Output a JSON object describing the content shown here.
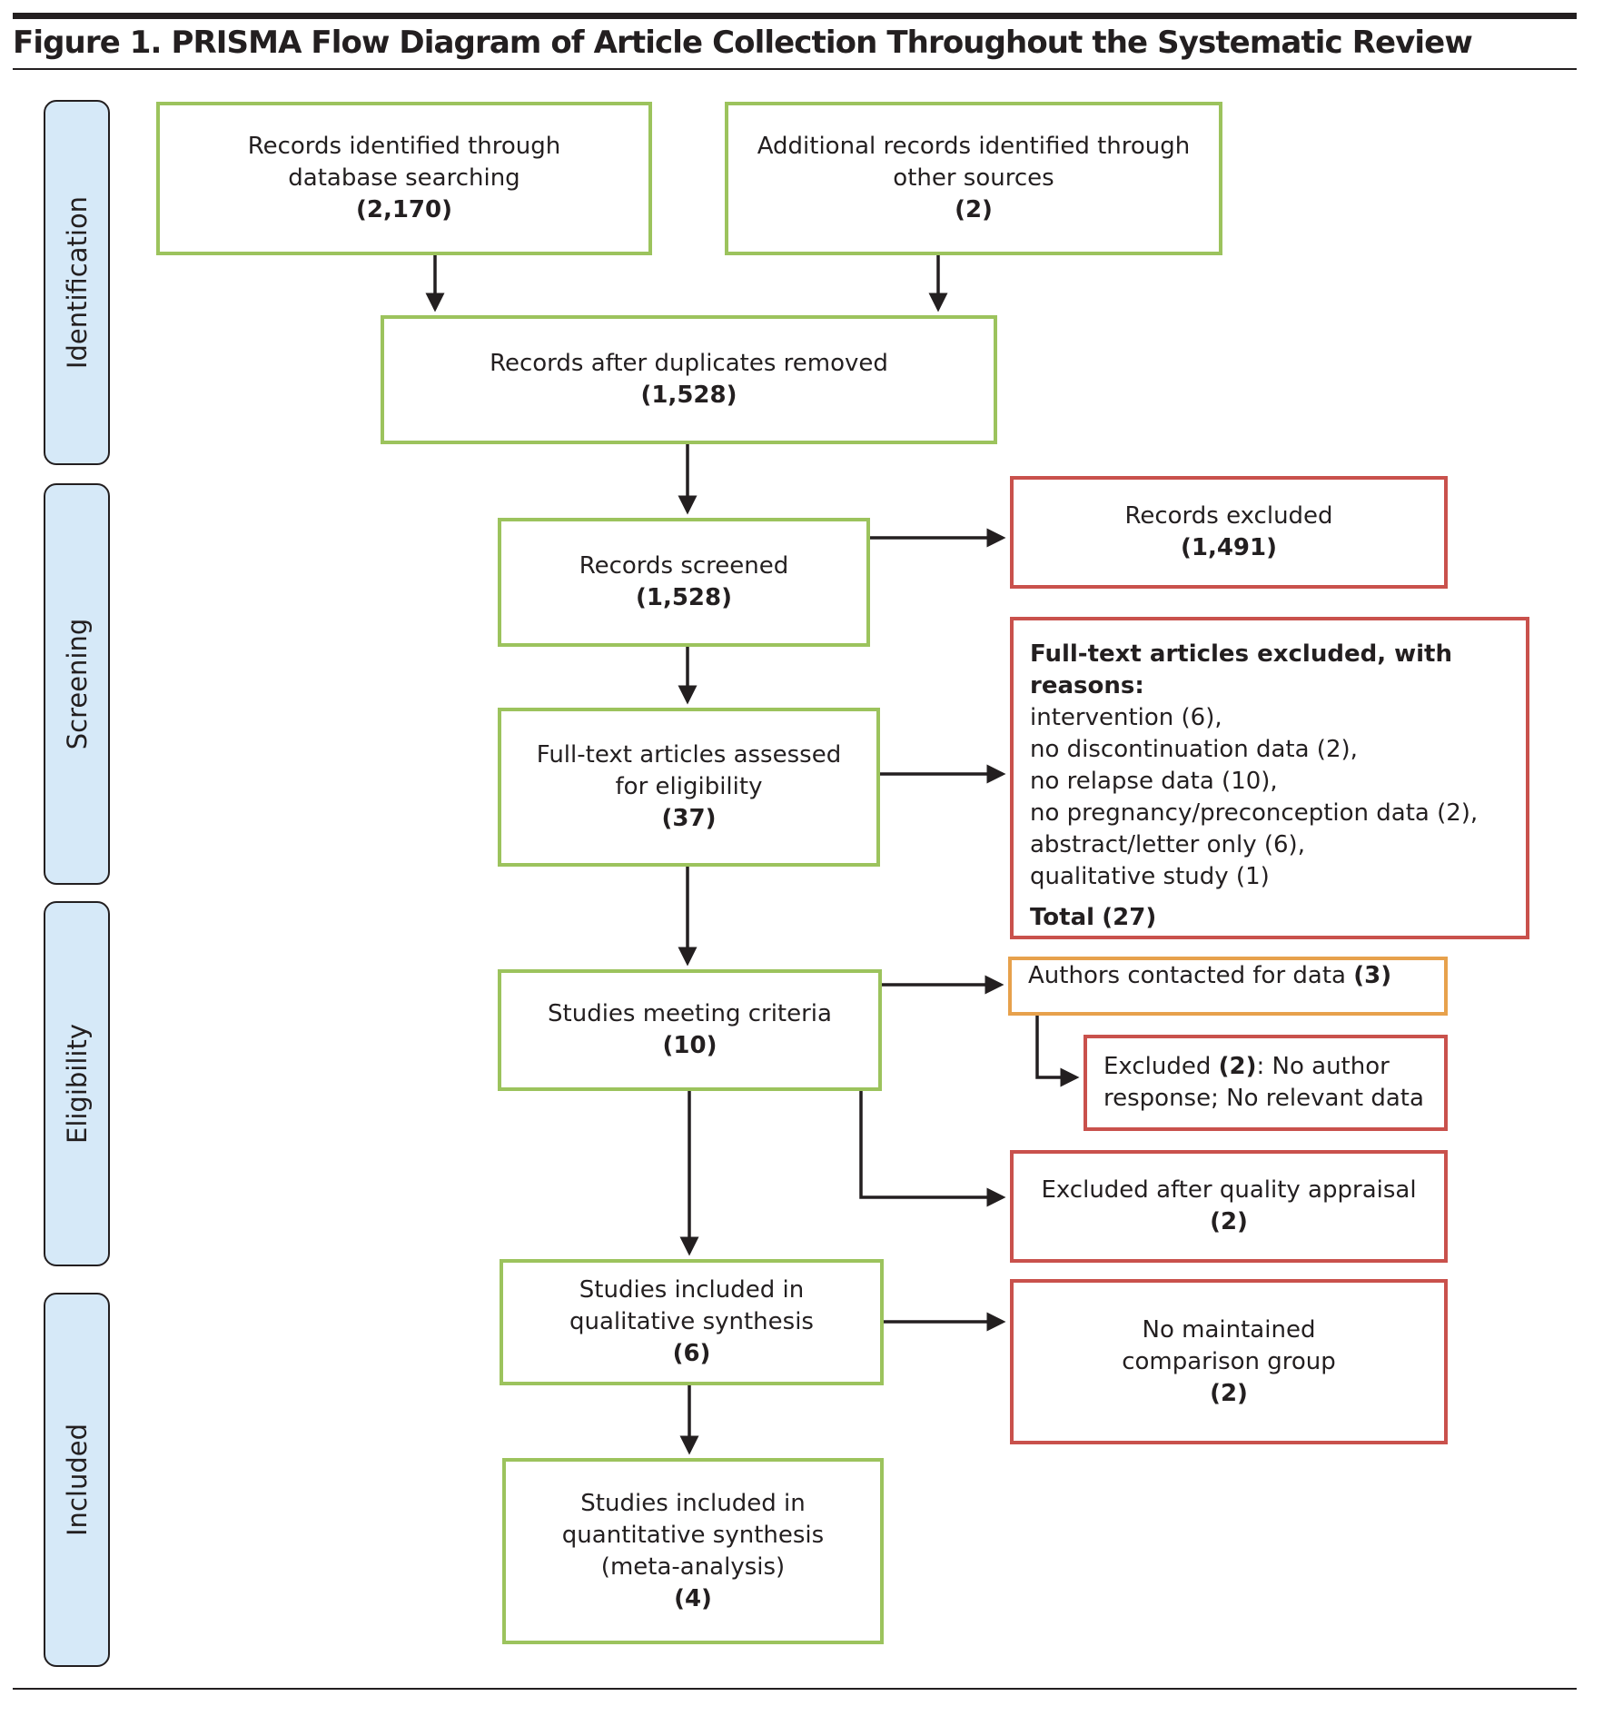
{
  "figure_title": "Figure 1. PRISMA Flow Diagram of Article Collection Throughout the Systematic Review",
  "phases": {
    "identification": "Identification",
    "screening": "Screening",
    "eligibility": "Eligibility",
    "included": "Included"
  },
  "boxes": {
    "database": {
      "label": "Records identified through database searching",
      "count": "(2,170)"
    },
    "other_sources": {
      "label": "Additional records identified through other sources",
      "count": "(2)"
    },
    "duplicates_removed": {
      "label": "Records after duplicates removed",
      "count": "(1,528)"
    },
    "screened": {
      "label": "Records screened",
      "count": "(1,528)"
    },
    "records_excluded": {
      "label": "Records excluded",
      "count": "(1,491)"
    },
    "fulltext_assessed": {
      "label": "Full-text articles assessed for eligibility",
      "count": "(37)"
    },
    "fulltext_excluded": {
      "heading": "Full-text articles excluded, with reasons:",
      "reasons": [
        "intervention (6),",
        "no discontinuation data (2),",
        "no relapse data (10),",
        "no pregnancy/preconception data (2),",
        "abstract/letter only (6),",
        "qualitative study (1)"
      ],
      "total_label": "Total",
      "total_count": "(27)"
    },
    "meeting_criteria": {
      "label": "Studies meeting criteria",
      "count": "(10)"
    },
    "authors_contacted": {
      "label": "Authors contacted for data",
      "count": "(3)"
    },
    "excluded_no_response": {
      "label_a": "Excluded",
      "count": "(2)",
      "label_b": ": No author response; No relevant data"
    },
    "excluded_quality": {
      "label": "Excluded after quality appraisal",
      "count": "(2)"
    },
    "qualitative": {
      "label": "Studies included in qualitative synthesis",
      "count": "(6)"
    },
    "no_comparison": {
      "label": "No maintained comparison group",
      "count": "(2)"
    },
    "quantitative": {
      "label": "Studies included in quantitative synthesis (meta-analysis)",
      "count": "(4)"
    }
  },
  "colors": {
    "included_box_border": "#9cc35d",
    "excluded_box_border": "#c9514c",
    "contact_box_border": "#e7a14c",
    "phase_fill": "#d6e9f8",
    "line": "#231f20"
  }
}
